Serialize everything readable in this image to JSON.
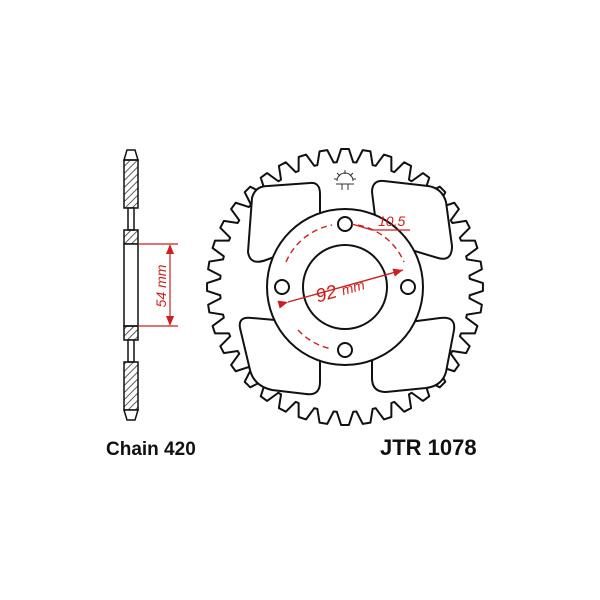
{
  "labels": {
    "chain": "Chain 420",
    "part_number": "JTR 1078"
  },
  "dimensions": {
    "bolt_circle": "92",
    "bolt_circle_unit": "mm",
    "bolt_hole": "10.5",
    "center_bore": "54 mm"
  },
  "sprocket": {
    "teeth": 40,
    "bolt_holes": 4
  },
  "colors": {
    "outline": "#111111",
    "dimension": "#cc1f1f",
    "hatch": "#333333"
  },
  "icons": [
    "logo-mark-icon"
  ]
}
